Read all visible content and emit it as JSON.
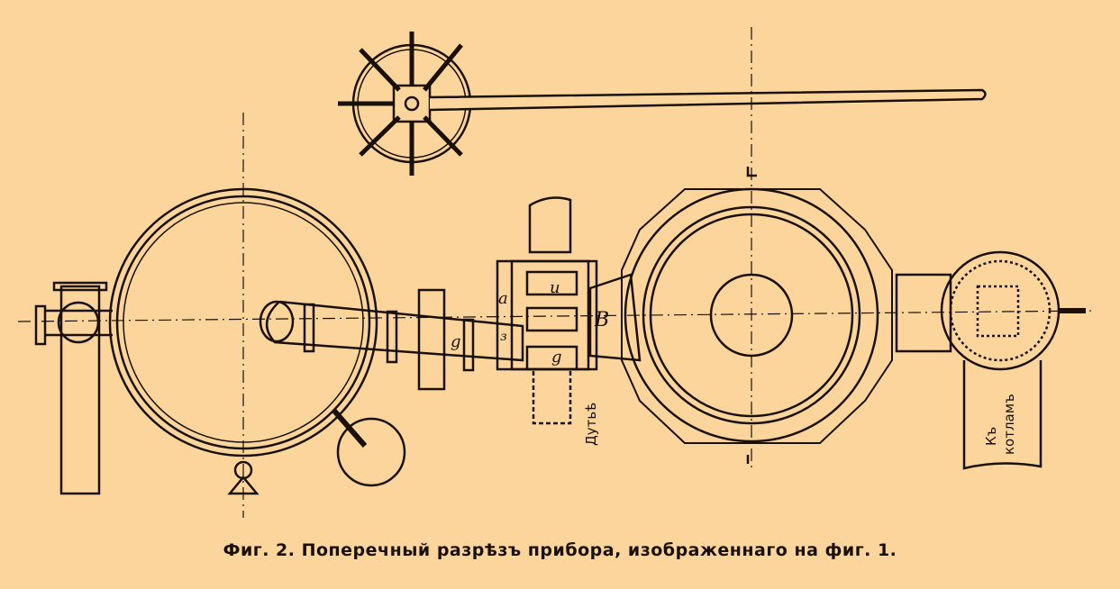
{
  "figure": {
    "caption": "Фиг. 2. Поперечный разрѣзъ прибора, изображеннаго на фиг. 1.",
    "labels": {
      "a": "a",
      "i": "и",
      "b": "B",
      "z": "з",
      "g_pipe": "g",
      "g_lower": "g",
      "blast": "Дутьѣ",
      "to_boilers_1": "Къ",
      "to_boilers_2": "котламъ"
    },
    "colors": {
      "background": "#FCD59C",
      "ink": "#1a1008"
    }
  }
}
